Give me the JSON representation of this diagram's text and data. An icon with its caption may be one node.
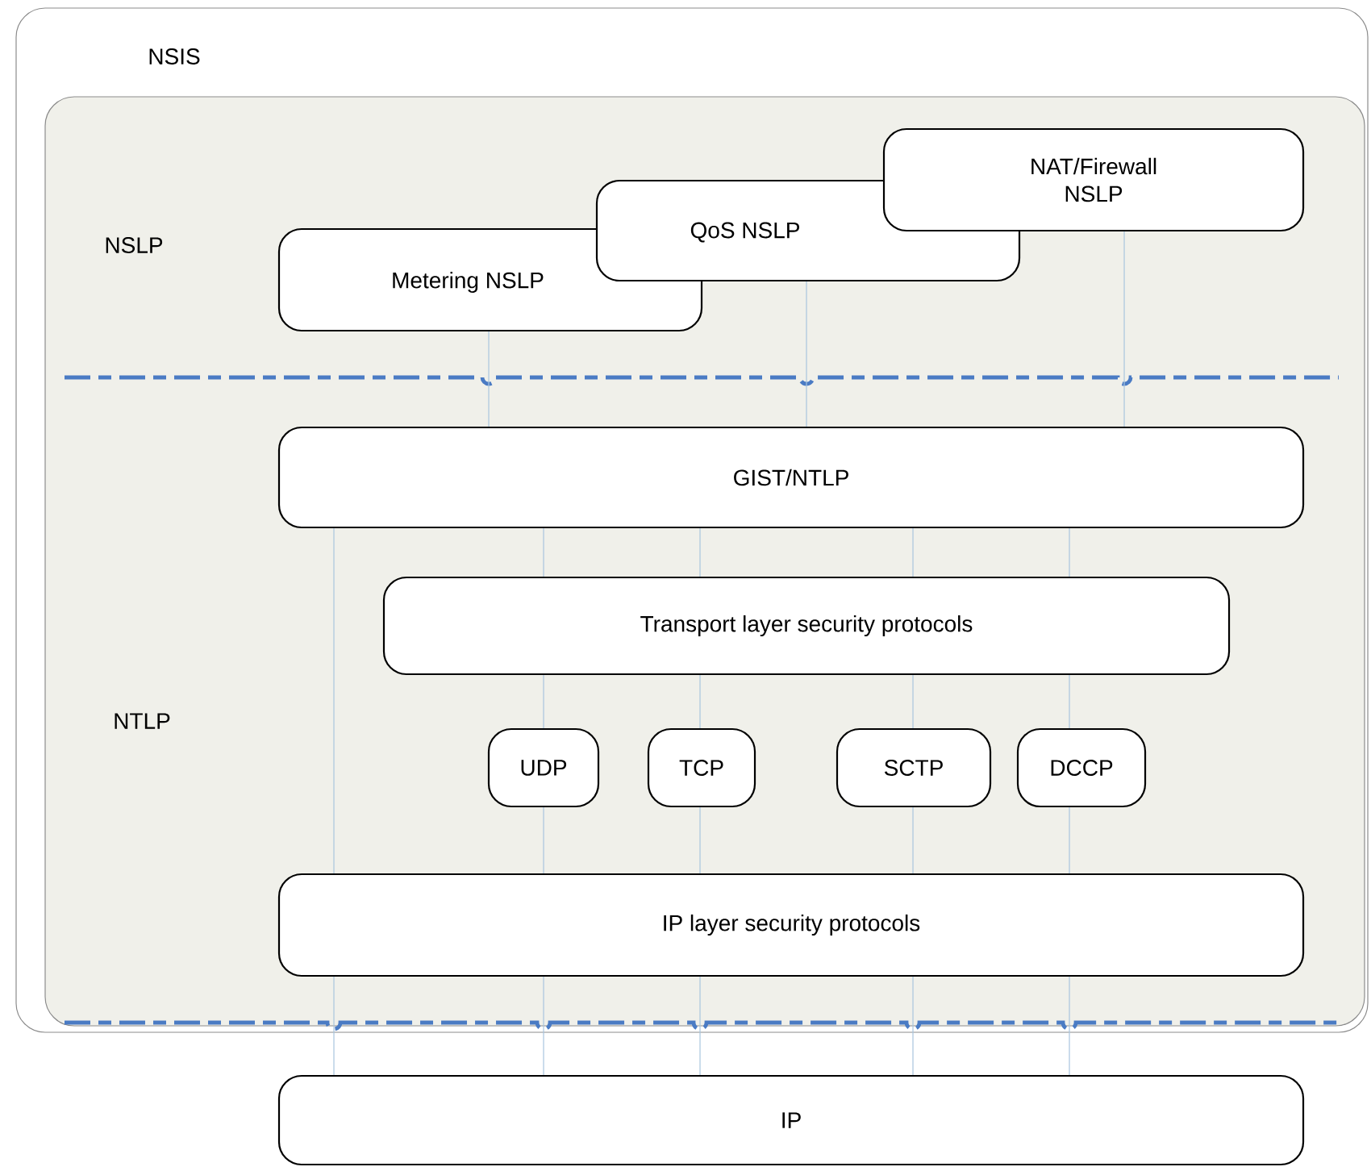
{
  "diagram": {
    "nodes": [
      {
        "text": [
          "NSIS"
        ]
      },
      {
        "text": [
          "NSLP",
          "NTLP"
        ],
        "in": 0
      },
      {
        "text": [
          "Metering NSLP"
        ],
        "in": 1
      },
      {
        "text": [
          "QoS NSLP"
        ],
        "in": 1
      },
      {
        "text": [
          "NAT/Firewall NSLP"
        ],
        "in": 1
      },
      {
        "text": [
          "GIST/NTLP"
        ],
        "in": 1
      },
      {
        "text": [
          "Transport layer security protocols"
        ],
        "in": 1
      },
      {
        "text": [
          "UDP"
        ],
        "in": 1
      },
      {
        "text": [
          "TCP"
        ],
        "in": 1
      },
      {
        "text": [
          "SCTP"
        ],
        "in": 1
      },
      {
        "text": [
          "DCCP"
        ],
        "in": 1
      },
      {
        "text": [
          "IP layer security protocols"
        ],
        "in": 1
      },
      {
        "text": [
          "IP"
        ]
      }
    ],
    "edges": [
      {
        "from": 2,
        "to": 5,
        "arrow": "none"
      },
      {
        "from": 3,
        "to": 5,
        "arrow": "none"
      },
      {
        "from": 4,
        "to": 5,
        "arrow": "none"
      },
      {
        "from": 5,
        "to": 11,
        "arrow": "none"
      },
      {
        "from": 5,
        "to": 6,
        "arrow": "none"
      },
      {
        "from": 5,
        "to": 6,
        "arrow": "none"
      },
      {
        "from": 5,
        "to": 6,
        "arrow": "none"
      },
      {
        "from": 5,
        "to": 6,
        "arrow": "none"
      },
      {
        "from": 6,
        "to": 7,
        "arrow": "none"
      },
      {
        "from": 6,
        "to": 8,
        "arrow": "none"
      },
      {
        "from": 6,
        "to": 9,
        "arrow": "none"
      },
      {
        "from": 6,
        "to": 10,
        "arrow": "none"
      },
      {
        "from": 7,
        "to": 11,
        "arrow": "none"
      },
      {
        "from": 8,
        "to": 11,
        "arrow": "none"
      },
      {
        "from": 9,
        "to": 11,
        "arrow": "none"
      },
      {
        "from": 10,
        "to": 11,
        "arrow": "none"
      },
      {
        "from": 11,
        "to": 12,
        "arrow": "none"
      },
      {
        "from": 11,
        "to": 12,
        "arrow": "none"
      },
      {
        "from": 11,
        "to": 12,
        "arrow": "none"
      },
      {
        "from": 11,
        "to": 12,
        "arrow": "none"
      },
      {
        "from": 11,
        "to": 12,
        "arrow": "none"
      }
    ]
  }
}
